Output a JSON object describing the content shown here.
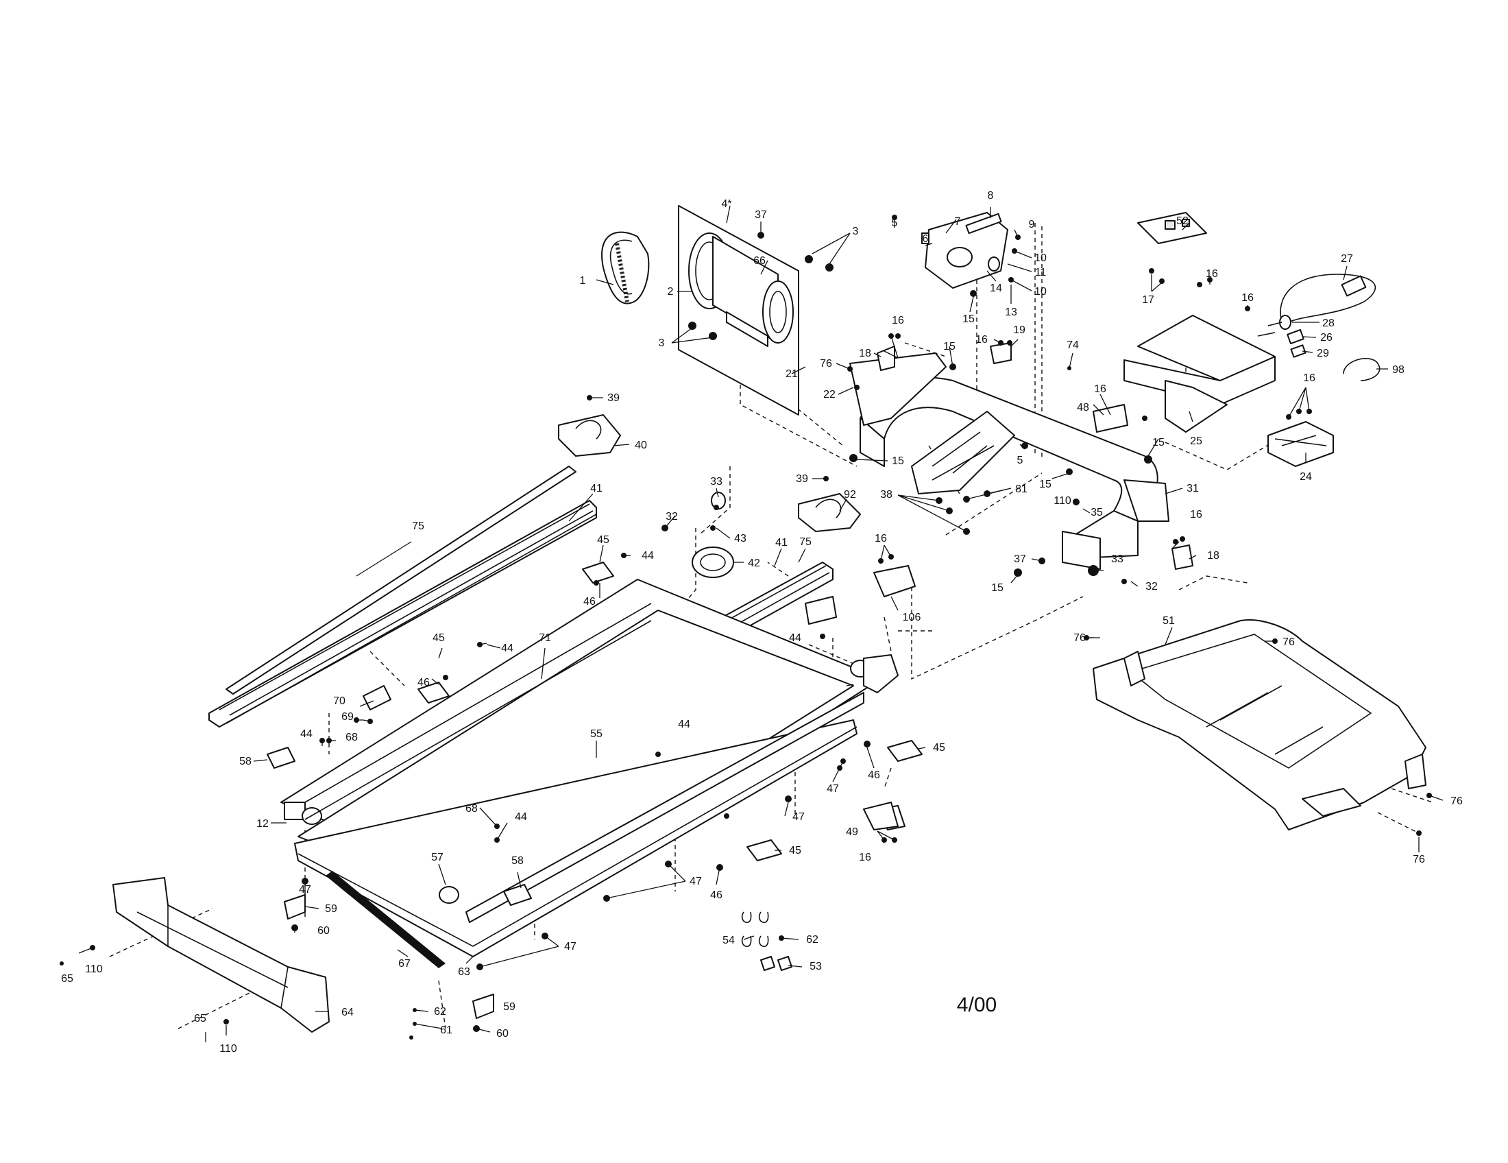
{
  "diagram": {
    "date_code": "4/00",
    "callouts": [
      {
        "n": "1"
      },
      {
        "n": "2"
      },
      {
        "n": "4*"
      },
      {
        "n": "37"
      },
      {
        "n": "3"
      },
      {
        "n": "66"
      },
      {
        "n": "3"
      },
      {
        "n": "21"
      },
      {
        "n": "22"
      },
      {
        "n": "76"
      },
      {
        "n": "5"
      },
      {
        "n": "6"
      },
      {
        "n": "7"
      },
      {
        "n": "8"
      },
      {
        "n": "9"
      },
      {
        "n": "10"
      },
      {
        "n": "11"
      },
      {
        "n": "10"
      },
      {
        "n": "13"
      },
      {
        "n": "14"
      },
      {
        "n": "15"
      },
      {
        "n": "52"
      },
      {
        "n": "17"
      },
      {
        "n": "16"
      },
      {
        "n": "16"
      },
      {
        "n": "27"
      },
      {
        "n": "28"
      },
      {
        "n": "26"
      },
      {
        "n": "29"
      },
      {
        "n": "98"
      },
      {
        "n": "16"
      },
      {
        "n": "18"
      },
      {
        "n": "15"
      },
      {
        "n": "16"
      },
      {
        "n": "19"
      },
      {
        "n": "74"
      },
      {
        "n": "48"
      },
      {
        "n": "16"
      },
      {
        "n": "25"
      },
      {
        "n": "16"
      },
      {
        "n": "24"
      },
      {
        "n": "39"
      },
      {
        "n": "40"
      },
      {
        "n": "75"
      },
      {
        "n": "41"
      },
      {
        "n": "15"
      },
      {
        "n": "5"
      },
      {
        "n": "15"
      },
      {
        "n": "15"
      },
      {
        "n": "31"
      },
      {
        "n": "38"
      },
      {
        "n": "81"
      },
      {
        "n": "39"
      },
      {
        "n": "92"
      },
      {
        "n": "33"
      },
      {
        "n": "32"
      },
      {
        "n": "43"
      },
      {
        "n": "42"
      },
      {
        "n": "110"
      },
      {
        "n": "35"
      },
      {
        "n": "16"
      },
      {
        "n": "18"
      },
      {
        "n": "45"
      },
      {
        "n": "44"
      },
      {
        "n": "46"
      },
      {
        "n": "41"
      },
      {
        "n": "75"
      },
      {
        "n": "16"
      },
      {
        "n": "106"
      },
      {
        "n": "37"
      },
      {
        "n": "33"
      },
      {
        "n": "15"
      },
      {
        "n": "32"
      },
      {
        "n": "71"
      },
      {
        "n": "45"
      },
      {
        "n": "44"
      },
      {
        "n": "46"
      },
      {
        "n": "44"
      },
      {
        "n": "76"
      },
      {
        "n": "51"
      },
      {
        "n": "76"
      },
      {
        "n": "70"
      },
      {
        "n": "69"
      },
      {
        "n": "44"
      },
      {
        "n": "68"
      },
      {
        "n": "58"
      },
      {
        "n": "55"
      },
      {
        "n": "44"
      },
      {
        "n": "45"
      },
      {
        "n": "46"
      },
      {
        "n": "47"
      },
      {
        "n": "47"
      },
      {
        "n": "12"
      },
      {
        "n": "68"
      },
      {
        "n": "44"
      },
      {
        "n": "49"
      },
      {
        "n": "16"
      },
      {
        "n": "45"
      },
      {
        "n": "57"
      },
      {
        "n": "58"
      },
      {
        "n": "47"
      },
      {
        "n": "46"
      },
      {
        "n": "47"
      },
      {
        "n": "59"
      },
      {
        "n": "60"
      },
      {
        "n": "67"
      },
      {
        "n": "63"
      },
      {
        "n": "47"
      },
      {
        "n": "54"
      },
      {
        "n": "62"
      },
      {
        "n": "53"
      },
      {
        "n": "65"
      },
      {
        "n": "110"
      },
      {
        "n": "64"
      },
      {
        "n": "62"
      },
      {
        "n": "61"
      },
      {
        "n": "59"
      },
      {
        "n": "60"
      },
      {
        "n": "65"
      },
      {
        "n": "110"
      },
      {
        "n": "76"
      },
      {
        "n": "76"
      }
    ]
  }
}
